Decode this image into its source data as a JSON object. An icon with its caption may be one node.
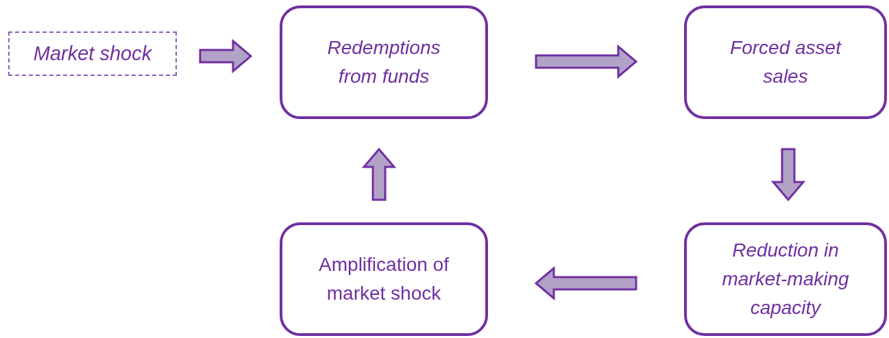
{
  "diagram": {
    "nodes": [
      {
        "text": [
          "Market shock"
        ]
      },
      {
        "text": [
          "Redemptions from funds"
        ]
      },
      {
        "text": [
          "Forced asset sales"
        ]
      },
      {
        "text": [
          "Reduction in market-making capacity"
        ]
      },
      {
        "text": [
          "Amplification of market shock"
        ]
      }
    ],
    "edges": [
      {
        "from": 0,
        "to": 1,
        "arrow": "to"
      },
      {
        "from": 1,
        "to": 2,
        "arrow": "to"
      },
      {
        "from": 2,
        "to": 3,
        "arrow": "to"
      },
      {
        "from": 3,
        "to": 4,
        "arrow": "to"
      },
      {
        "from": 4,
        "to": 1,
        "arrow": "to"
      }
    ]
  }
}
